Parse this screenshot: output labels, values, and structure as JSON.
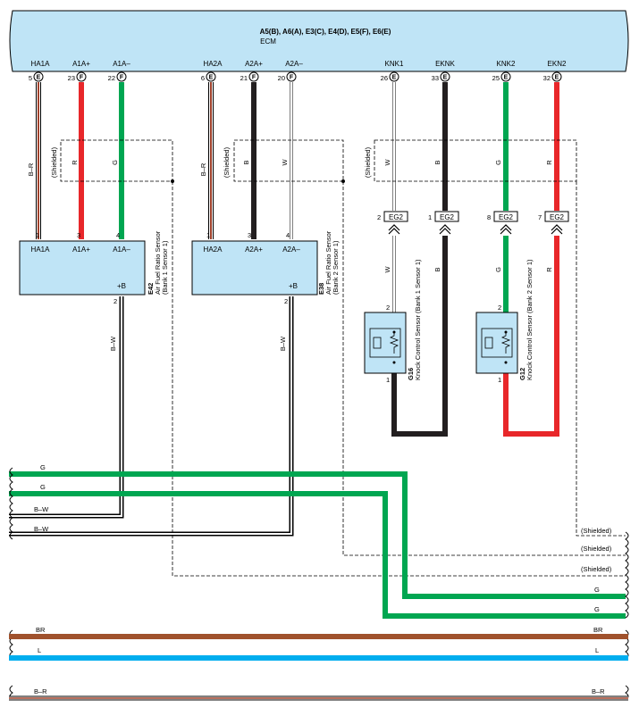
{
  "ecm": {
    "connectors": "A5(B), A6(A), E3(C), E4(D), E5(F), E6(E)",
    "name": "ECM",
    "pins": [
      {
        "id": "ha1a",
        "label": "HA1A",
        "num": "5",
        "conn": "E"
      },
      {
        "id": "a1ap",
        "label": "A1A+",
        "num": "23",
        "conn": "F"
      },
      {
        "id": "a1am",
        "label": "A1A–",
        "num": "22",
        "conn": "F"
      },
      {
        "id": "ha2a",
        "label": "HA2A",
        "num": "6",
        "conn": "E"
      },
      {
        "id": "a2ap",
        "label": "A2A+",
        "num": "21",
        "conn": "F"
      },
      {
        "id": "a2am",
        "label": "A2A–",
        "num": "20",
        "conn": "F"
      },
      {
        "id": "knk1",
        "label": "KNK1",
        "num": "26",
        "conn": "E"
      },
      {
        "id": "eknk",
        "label": "EKNK",
        "num": "33",
        "conn": "E"
      },
      {
        "id": "knk2",
        "label": "KNK2",
        "num": "25",
        "conn": "E"
      },
      {
        "id": "ekn2",
        "label": "EKN2",
        "num": "32",
        "conn": "E"
      }
    ]
  },
  "wire_colors": {
    "BR_stripe": "#a0402a",
    "R": "#e8272a",
    "G": "#00a651",
    "B": "#231f20",
    "W": "#cccccc",
    "BRN": "#a0522d",
    "L": "#00aeef"
  },
  "wire_labels": {
    "sensor1": [
      "B–R",
      "R",
      "G"
    ],
    "sensor2": [
      "B–R",
      "B",
      "W"
    ],
    "knock": [
      "W",
      "B",
      "G",
      "R"
    ],
    "shielded": "(Shielded)",
    "bw": "B–W"
  },
  "sensor1": {
    "id": "E42",
    "name": "Air Fuel Ratio Sensor",
    "sub": "(Bank 1 Sensor 1)",
    "pins": [
      "HA1A",
      "A1A+",
      "A1A–"
    ],
    "pin_nums": [
      "1",
      "3",
      "4"
    ],
    "plusb": "+B",
    "plusb_num": "2"
  },
  "sensor2": {
    "id": "E38",
    "name": "Air Fuel Ratio Sensor",
    "sub": "(Bank 2 Sensor 1)",
    "pins": [
      "HA2A",
      "A2A+",
      "A2A–"
    ],
    "pin_nums": [
      "1",
      "3",
      "4"
    ],
    "plusb": "+B",
    "plusb_num": "2"
  },
  "eg2": {
    "label": "EG2",
    "pins": [
      "2",
      "1",
      "8",
      "7"
    ]
  },
  "knock1": {
    "id": "G16",
    "name": "Knock Control Sensor (Bank 1 Sensor 1)",
    "pin_top": "2",
    "pin_bot": "1"
  },
  "knock2": {
    "id": "G12",
    "name": "Knock Control Sensor (Bank 2 Sensor 1)",
    "pin_top": "2",
    "pin_bot": "1"
  },
  "bus": {
    "left_g1": "G",
    "left_g2": "G",
    "left_bw1": "B–W",
    "left_bw2": "B–W",
    "right_sh1": "(Shielded)",
    "right_sh2": "(Shielded)",
    "right_sh3": "(Shielded)",
    "right_g1": "G",
    "right_g2": "G",
    "br": "BR",
    "l": "L",
    "br2": "B–R"
  }
}
